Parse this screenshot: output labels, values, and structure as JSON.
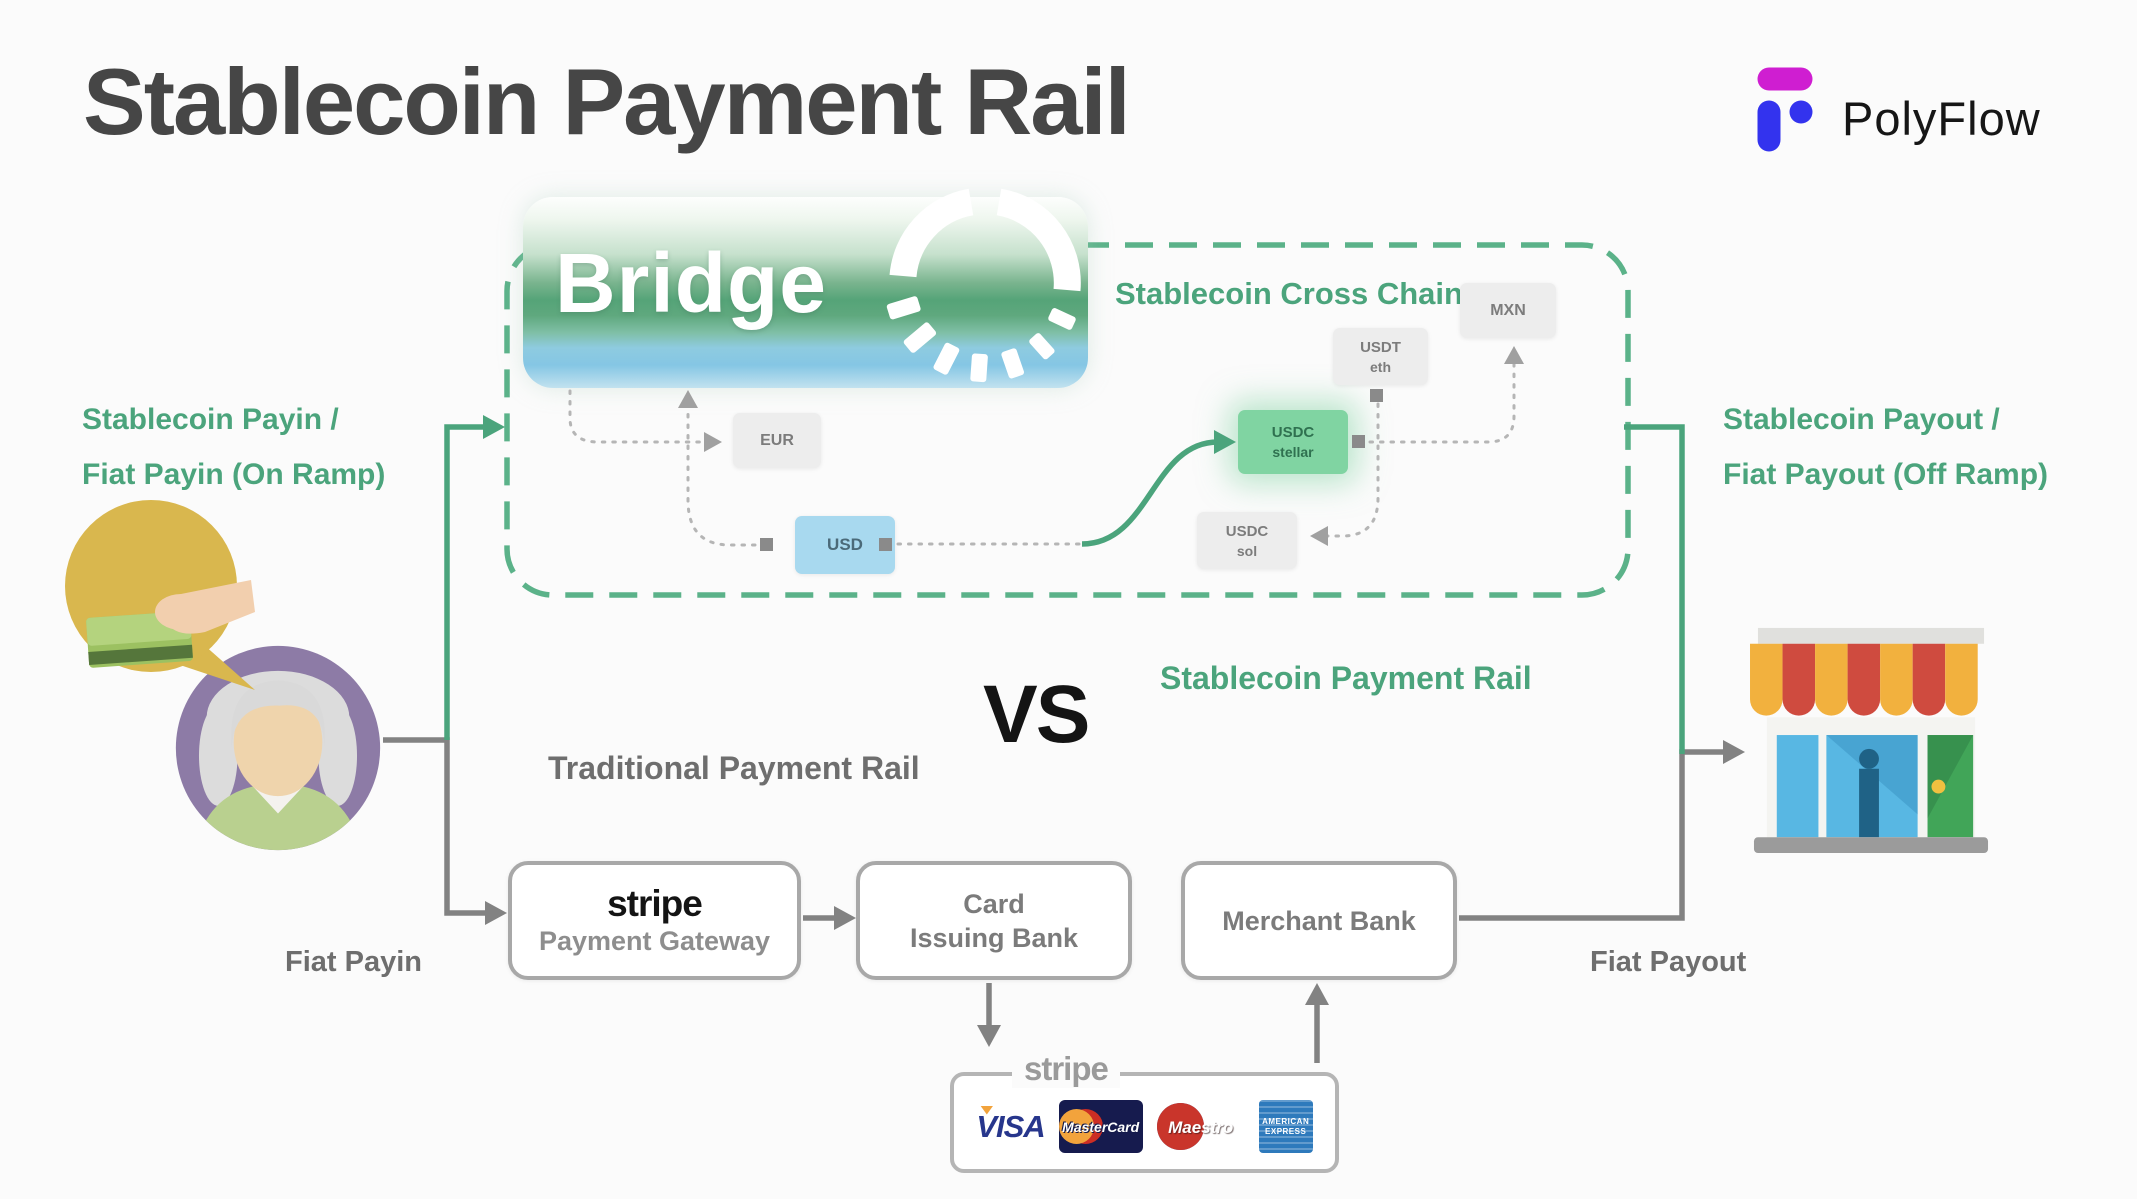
{
  "title": "Stablecoin Payment Rail",
  "brand": {
    "name": "PolyFlow"
  },
  "bridge_banner": {
    "label": "Bridge"
  },
  "cross_chain": {
    "title": "Stablecoin Cross Chain",
    "nodes": {
      "eur": {
        "label": "EUR"
      },
      "usd": {
        "label": "USD"
      },
      "usdc_stellar": {
        "line1": "USDC",
        "line2": "stellar"
      },
      "usdt_eth": {
        "line1": "USDT",
        "line2": "eth"
      },
      "usdc_sol": {
        "line1": "USDC",
        "line2": "sol"
      },
      "mxn": {
        "label": "MXN"
      }
    }
  },
  "ramp_labels": {
    "payin_line1": "Stablecoin Payin /",
    "payin_line2": "Fiat Payin (On Ramp)",
    "payout_line1": "Stablecoin Payout /",
    "payout_line2": "Fiat Payout (Off Ramp)"
  },
  "comparison": {
    "traditional": "Traditional Payment Rail",
    "vs": "VS",
    "stablecoin": "Stablecoin Payment Rail"
  },
  "traditional_flow": {
    "fiat_payin": "Fiat Payin",
    "fiat_payout": "Fiat Payout",
    "gateway": {
      "brand": "stripe",
      "label": "Payment Gateway"
    },
    "card_issuing_bank": {
      "line1": "Card",
      "line2": "Issuing Bank"
    },
    "merchant_bank": {
      "label": "Merchant Bank"
    },
    "card_network": {
      "brand": "stripe",
      "visa": "VISA",
      "mastercard": "MasterCard",
      "maestro": "Maestro",
      "amex_line1": "AMERICAN",
      "amex_line2": "EXPRESS"
    }
  },
  "colors": {
    "green": "#4ba47c",
    "green-dash": "#5bb289",
    "gray-line": "#828282",
    "text-gray": "#6e6e6e",
    "node-gray": "#ededed",
    "node-text": "#7c7c7c",
    "usd-blue": "#a8d9ef",
    "stellar-green": "#80d4a2",
    "box-border": "#a8a8a8",
    "title-color": "#464646"
  }
}
